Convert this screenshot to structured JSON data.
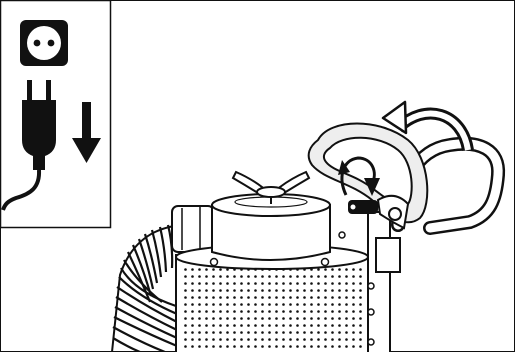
{
  "illustration": {
    "inset_panel": {
      "icons": [
        "socket-icon",
        "power-plug-icon",
        "unplug-arrow-icon"
      ]
    },
    "machine": {
      "parts": [
        "wing-nut",
        "motor-housing",
        "filter-canister",
        "flexible-hose",
        "handle-frame",
        "swing-handle",
        "adjustment-lever"
      ],
      "motion_icons": [
        "handle-rotation-arrow-icon",
        "lever-rotation-arrow-icon"
      ]
    },
    "colors": {
      "ink": "#111111",
      "paper": "#ffffff",
      "highlight": "#eeeeee"
    }
  }
}
